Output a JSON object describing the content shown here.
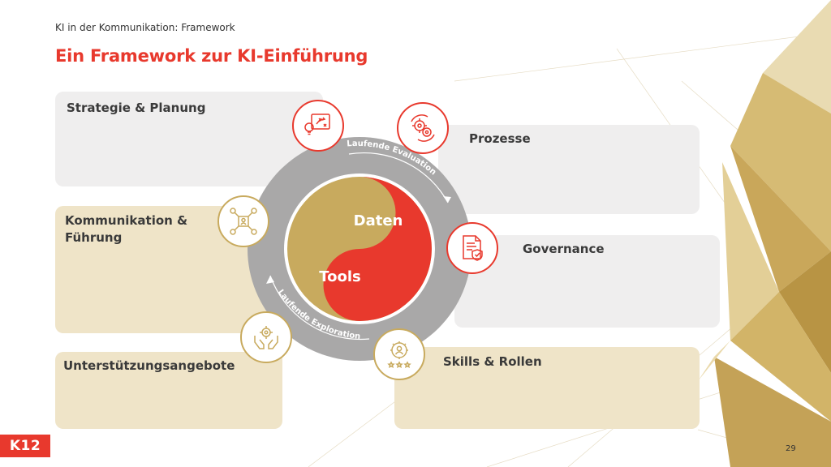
{
  "header": {
    "breadcrumb": "KI in der Kommunikation: Framework",
    "title": "Ein Framework zur KI-Einführung"
  },
  "boxes": {
    "strategie": "Strategie & Planung",
    "kommunikation": "Kommunikation & Führung",
    "unterstuetzung": "Unterstützungsangebote",
    "prozesse": "Prozesse",
    "governance": "Governance",
    "skills": "Skills & Rollen"
  },
  "wheel": {
    "inner_red": "Daten",
    "inner_gold": "Tools",
    "ring_top": "Laufende Evaluation",
    "ring_bottom": "Laufende Exploration"
  },
  "icons": [
    "strategy-board-icon",
    "gears-process-icon",
    "document-shield-icon",
    "people-network-icon",
    "hands-gear-icon",
    "gear-person-stars-icon"
  ],
  "colors": {
    "accent": "#e8392d",
    "gold": "#c8aa5e",
    "ring": "#a9a8a8"
  },
  "footer": {
    "logo": "K12",
    "page": "29"
  }
}
